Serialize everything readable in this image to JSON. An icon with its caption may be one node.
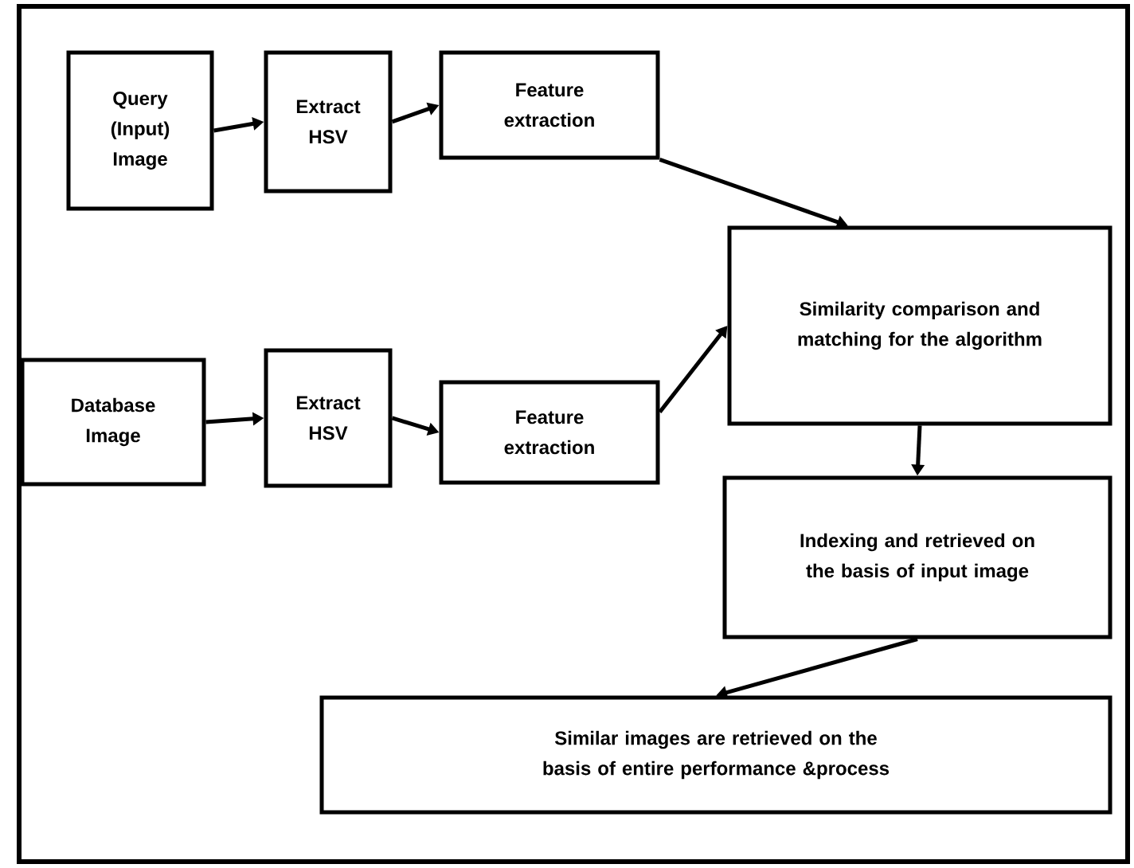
{
  "diagram": {
    "nodes": [
      {
        "text": [
          "Query (Input) Image"
        ]
      },
      {
        "text": [
          "Extract HSV"
        ]
      },
      {
        "text": [
          "Feature extraction"
        ]
      },
      {
        "text": [
          "Similarity comparison and matching for the algorithm"
        ]
      },
      {
        "text": [
          "Database Image"
        ]
      },
      {
        "text": [
          "Extract HSV"
        ]
      },
      {
        "text": [
          "Feature extraction"
        ]
      },
      {
        "text": [
          "Indexing and retrieved on the basis of input image"
        ]
      },
      {
        "text": [
          "Similar images are retrieved on the basis of entire performance &process"
        ]
      }
    ],
    "edges": [
      {
        "from": 0,
        "to": 1,
        "arrow": "to"
      },
      {
        "from": 1,
        "to": 2,
        "arrow": "to"
      },
      {
        "from": 2,
        "to": 3,
        "arrow": "to"
      },
      {
        "from": 4,
        "to": 5,
        "arrow": "to"
      },
      {
        "from": 5,
        "to": 6,
        "arrow": "to"
      },
      {
        "from": 6,
        "to": 3,
        "arrow": "to"
      },
      {
        "from": 3,
        "to": 7,
        "arrow": "to"
      },
      {
        "from": 7,
        "to": 8,
        "arrow": "to"
      }
    ]
  }
}
